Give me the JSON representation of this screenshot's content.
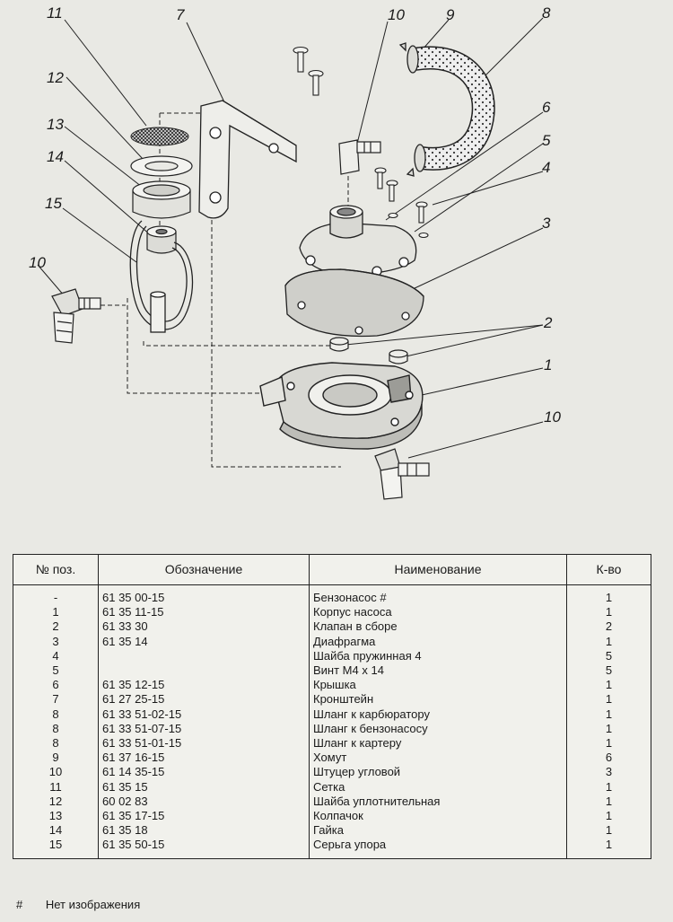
{
  "diagram": {
    "callouts": [
      "1",
      "2",
      "3",
      "4",
      "5",
      "6",
      "7",
      "8",
      "9",
      "10",
      "11",
      "12",
      "13",
      "14",
      "15"
    ]
  },
  "table": {
    "headers": [
      "№ поз.",
      "Обозначение",
      "Наименование",
      "К-во"
    ],
    "rows": [
      {
        "pos": "-",
        "code": "61 35 00-15",
        "name": "Бензонасос #",
        "qty": "1"
      },
      {
        "pos": "1",
        "code": "61 35 11-15",
        "name": "Корпус  насоса",
        "qty": "1"
      },
      {
        "pos": "2",
        "code": "61 33 30",
        "name": "Клапан в сборе",
        "qty": "2"
      },
      {
        "pos": "3",
        "code": "61 35 14",
        "name": "Диафрагма",
        "qty": "1"
      },
      {
        "pos": "4",
        "code": "",
        "name": "Шайба пружинная 4",
        "qty": "5"
      },
      {
        "pos": "5",
        "code": "",
        "name": "Винт М4 х 14",
        "qty": "5"
      },
      {
        "pos": "6",
        "code": "61 35 12-15",
        "name": "Крышка",
        "qty": "1"
      },
      {
        "pos": "7",
        "code": "61 27 25-15",
        "name": "Кронштейн",
        "qty": "1"
      },
      {
        "pos": "8",
        "code": "61 33 51-02-15",
        "name": "Шланг к карбюратору",
        "qty": "1"
      },
      {
        "pos": "8",
        "code": "61 33 51-07-15",
        "name": "Шланг  к  бензонасосу",
        "qty": "1"
      },
      {
        "pos": "8",
        "code": "61 33 51-01-15",
        "name": "Шланг  к  картеру",
        "qty": "1"
      },
      {
        "pos": "9",
        "code": "61 37 16-15",
        "name": "Хомут",
        "qty": "6"
      },
      {
        "pos": "10",
        "code": "61 14 35-15",
        "name": "Штуцер  угловой",
        "qty": "3"
      },
      {
        "pos": "11",
        "code": "61 35 15",
        "name": "Сетка",
        "qty": "1"
      },
      {
        "pos": "12",
        "code": "60 02 83",
        "name": "Шайба уплотнительная",
        "qty": "1"
      },
      {
        "pos": "13",
        "code": "61 35 17-15",
        "name": "Колпачок",
        "qty": "1"
      },
      {
        "pos": "14",
        "code": "61 35 18",
        "name": "Гайка",
        "qty": "1"
      },
      {
        "pos": "15",
        "code": "61 35 50-15",
        "name": "Серьга упора",
        "qty": "1"
      }
    ]
  },
  "footnote": {
    "mark": "#",
    "text": "Нет  изображения"
  }
}
